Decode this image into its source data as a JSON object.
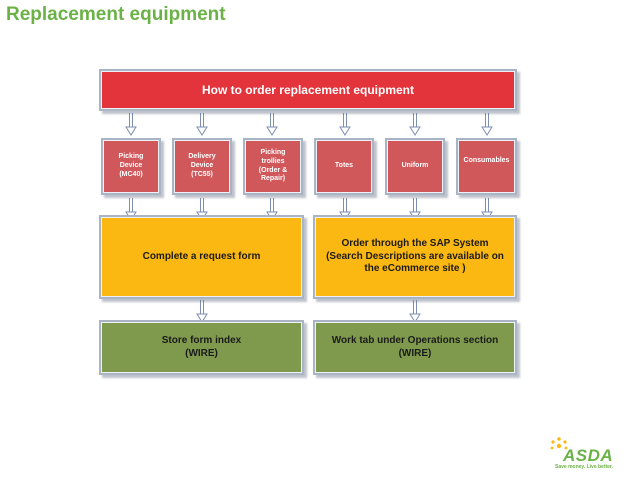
{
  "title": "Replacement equipment",
  "header": "How to order replacement equipment",
  "items": [
    {
      "label": "Picking\nDevice\n(MC40)"
    },
    {
      "label": "Delivery\nDevice\n(TC55)"
    },
    {
      "label": "Picking\ntrollies\n(Order &\nRepair)"
    },
    {
      "label": "Totes"
    },
    {
      "label": "Uniform"
    },
    {
      "label": "Consumables"
    }
  ],
  "actions": {
    "request_form": "Complete  a request form",
    "sap_order": "Order through the SAP System\n(Search Descriptions are available on\nthe  eCommerce site )"
  },
  "locations": {
    "store_form": "Store form index\n(WIRE)",
    "work_tab": "Work tab under Operations section\n(WIRE)"
  },
  "logo": {
    "word": "ASDA",
    "tagline": "Save money. Live better."
  },
  "colors": {
    "title_green": "#6bb246",
    "header_red": "#e3343b",
    "item_red": "#d0585b",
    "action_yellow": "#fcb812",
    "location_green": "#7f9a4c"
  }
}
